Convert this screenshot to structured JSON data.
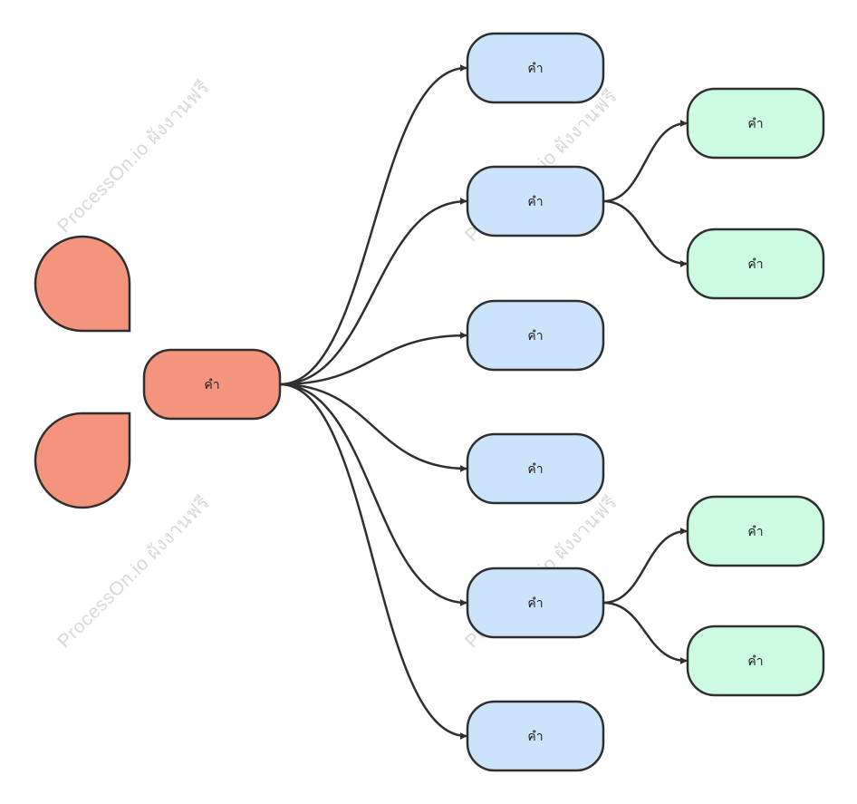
{
  "colors": {
    "root_fill": "#f4947d",
    "level1_fill": "#cce4fb",
    "level2_fill": "#ccfbe1",
    "stroke": "#2f2f2f"
  },
  "watermark": "ProcessOn.io ผังงานฟรี",
  "root": {
    "label": "คำ"
  },
  "branches": [
    {
      "label": "คำ",
      "children": []
    },
    {
      "label": "คำ",
      "children": [
        {
          "label": "คำ"
        },
        {
          "label": "คำ"
        }
      ]
    },
    {
      "label": "คำ",
      "children": []
    },
    {
      "label": "คำ",
      "children": []
    },
    {
      "label": "คำ",
      "children": [
        {
          "label": "คำ"
        },
        {
          "label": "คำ"
        }
      ]
    },
    {
      "label": "คำ",
      "children": []
    }
  ]
}
